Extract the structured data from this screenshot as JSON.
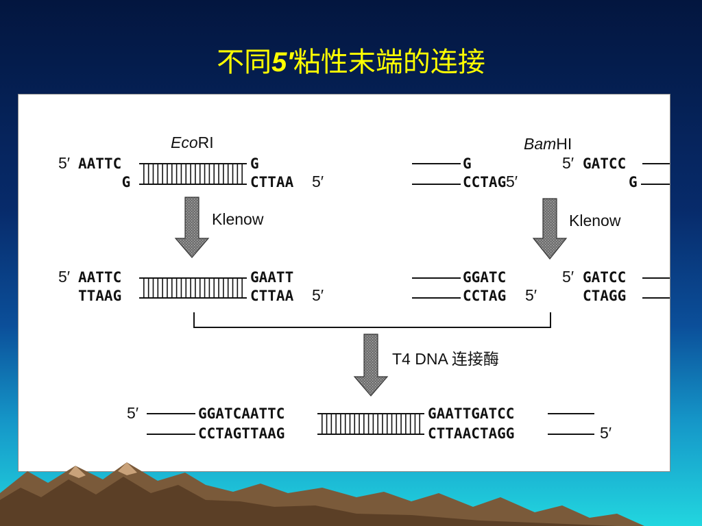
{
  "slide": {
    "title_prefix": "不同",
    "title_num": "5′",
    "title_suffix": "粘性末端的连接"
  },
  "diagram": {
    "enzyme_left_italic": "Eco",
    "enzyme_left_rest": "RI",
    "enzyme_right_italic": "Bam",
    "enzyme_right_rest": "HI",
    "klenow": "Klenow",
    "ligase": "T4 DNA 连接酶",
    "five_prime": "5′",
    "left_top": {
      "r1_left": "AATTC",
      "r1_right": "G",
      "r2_left": "G",
      "r2_right": "CTTAA"
    },
    "right_top": {
      "r1_left": "G",
      "r1_right": "GATCC",
      "r2_left": "CCTAG",
      "r2_right": "G"
    },
    "left_mid": {
      "r1_left": "AATTC",
      "r1_right": "GAATT",
      "r2_left": "TTAAG",
      "r2_right": "CTTAA"
    },
    "right_mid": {
      "r1_left": "GGATC",
      "r1_right": "GATCC",
      "r2_left": "CCTAG",
      "r2_right": "CTAGG"
    },
    "product": {
      "r1_left": "GGATCAATTC",
      "r1_right": "GAATTGATCC",
      "r2_left": "CCTAGTTAAG",
      "r2_right": "CTTAACTAGG"
    }
  },
  "colors": {
    "title": "#ffff00",
    "background_top": "#03163f",
    "background_bottom": "#22d6df",
    "arrow_fill": "#8a8a8a"
  }
}
